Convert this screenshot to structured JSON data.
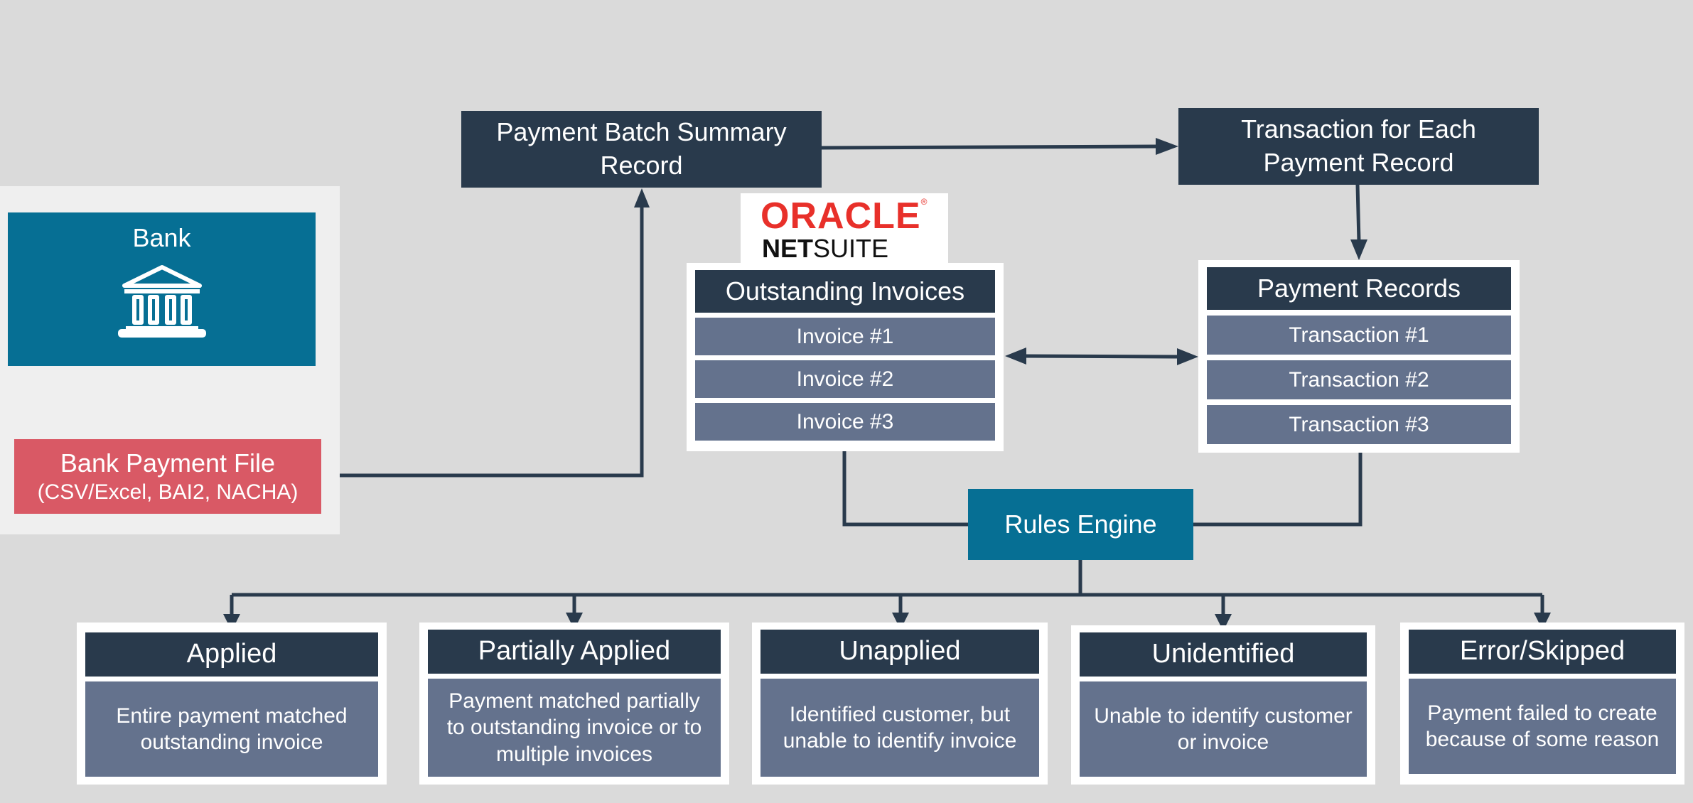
{
  "bank": {
    "title": "Bank",
    "icon": "bank-building-icon",
    "file_title": "Bank Payment File",
    "file_formats": "(CSV/Excel, BAI2, NACHA)"
  },
  "batch_summary": {
    "line1": "Payment Batch Summary",
    "line2": "Record"
  },
  "transaction_each": {
    "line1": "Transaction for Each",
    "line2": "Payment Record"
  },
  "logo": {
    "oracle": "ORACLE",
    "registered": "®",
    "net": "NET",
    "suite": "SUITE"
  },
  "invoices": {
    "header": "Outstanding Invoices",
    "items": [
      "Invoice #1",
      "Invoice #2",
      "Invoice #3"
    ]
  },
  "payments": {
    "header": "Payment Records",
    "items": [
      "Transaction #1",
      "Transaction #2",
      "Transaction #3"
    ]
  },
  "rules_engine": "Rules Engine",
  "outcomes": [
    {
      "title": "Applied",
      "line1": "Entire payment matched",
      "line2": "outstanding invoice"
    },
    {
      "title": "Partially Applied",
      "line1": "Payment matched partially",
      "line2": "to outstanding invoice or to",
      "line3": "multiple invoices"
    },
    {
      "title": "Unapplied",
      "line1": "Identified customer, but",
      "line2": "unable to identify invoice"
    },
    {
      "title": "Unidentified",
      "line1": "Unable to identify customer",
      "line2": "or invoice"
    },
    {
      "title": "Error/Skipped",
      "line1": "Payment failed to create",
      "line2": "because of some reason"
    }
  ],
  "colors": {
    "background": "#dadada",
    "dark_navy": "#293a4c",
    "slate": "#64728d",
    "teal": "#066f94",
    "bank_file_red": "#d95965",
    "oracle_red": "#e8302a"
  }
}
